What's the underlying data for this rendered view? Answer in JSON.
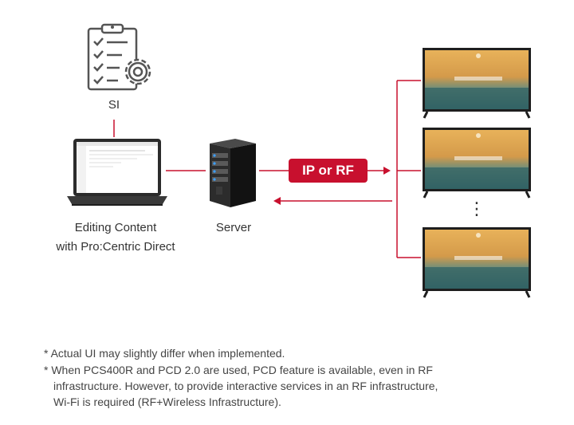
{
  "labels": {
    "si": "SI",
    "editing_line1": "Editing Content",
    "editing_line2": "with Pro:Centric Direct",
    "server": "Server",
    "connection": "IP or RF",
    "ellipsis": "⋮"
  },
  "footnotes": [
    "* Actual UI may slightly differ when implemented.",
    "* When PCS400R and PCD 2.0 are used, PCD feature is available, even in RF",
    "infrastructure. However, to provide interactive services in an RF infrastructure,",
    "Wi-Fi is required (RF+Wireless Infrastructure)."
  ],
  "colors": {
    "accent": "#c8102e",
    "icon_stroke": "#555555"
  },
  "icons": {
    "si": "checklist-gear-icon",
    "laptop": "laptop-icon",
    "server": "server-tower-icon",
    "tv": "tv-display-icon"
  }
}
